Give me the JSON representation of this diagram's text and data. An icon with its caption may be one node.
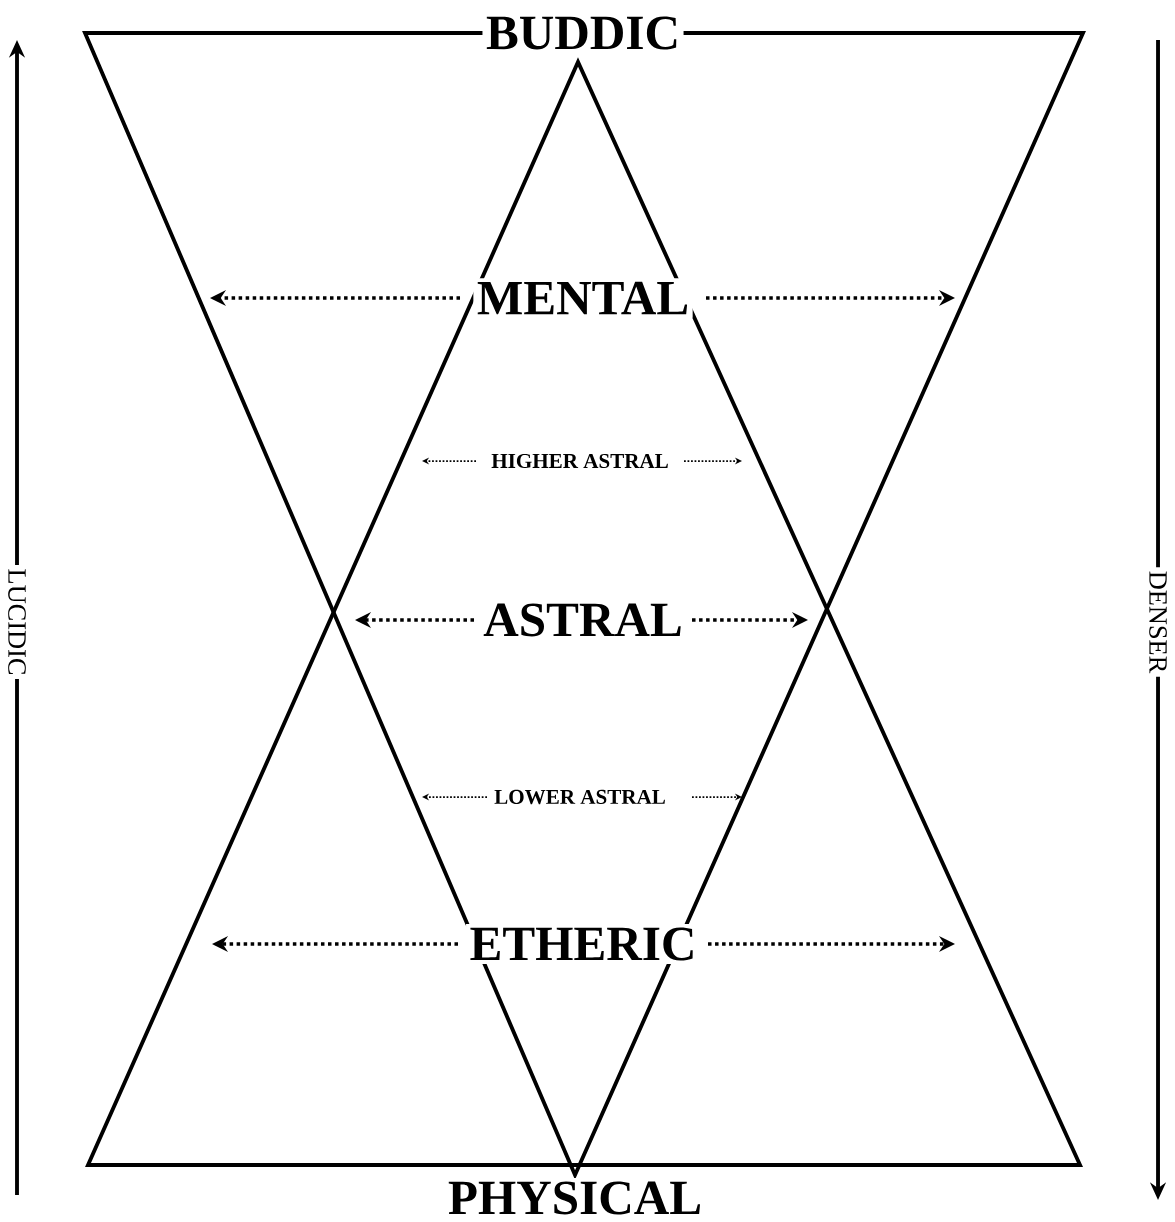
{
  "diagram": {
    "labels": [
      "BUDDIC",
      "MENTAL",
      "HIGHER ASTRAL",
      "ASTRAL",
      "LOWER ASTRAL",
      "ETHERIC",
      "PHYSICAL",
      "LUCIDIC",
      "DENSER"
    ]
  }
}
